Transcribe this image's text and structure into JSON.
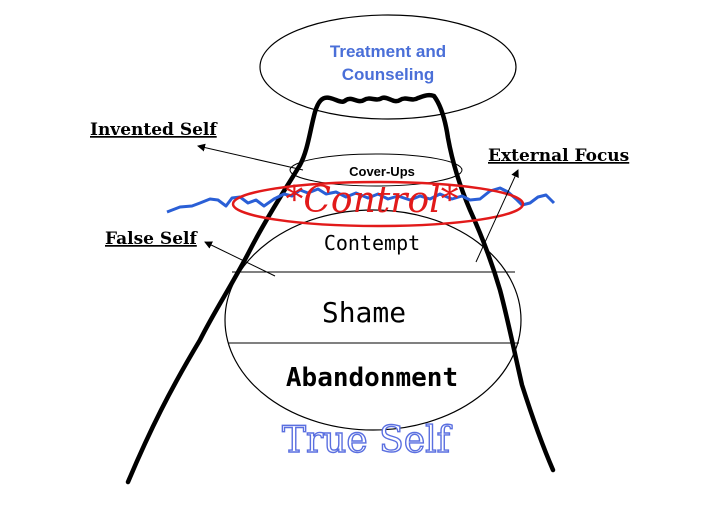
{
  "diagram": {
    "top": {
      "line1": "Treatment and",
      "line2": "Counseling"
    },
    "labels": {
      "invented_self": "Invented Self",
      "external_focus": "External Focus",
      "false_self": "False Self"
    },
    "layers": {
      "cover_ups": "Cover-Ups",
      "control": "*Control*",
      "contempt": "Contempt",
      "shame": "Shame",
      "abandonment": "Abandonment"
    },
    "base": {
      "true_self": "True Self"
    },
    "colors": {
      "outline": "#000000",
      "water_line": "#2a5fd6",
      "control_ring": "#e21a1a",
      "treatment_text": "#4a6fd8",
      "true_self_outline": "#5a6fe0"
    }
  }
}
